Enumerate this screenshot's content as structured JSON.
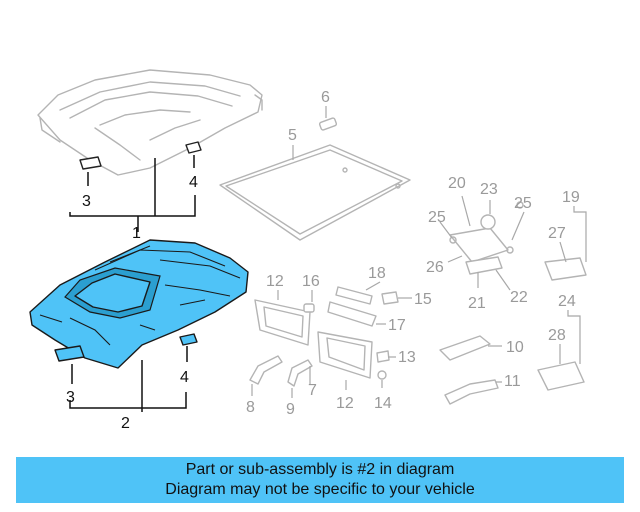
{
  "callouts": {
    "c1": "1",
    "c2": "2",
    "c3a": "3",
    "c3b": "3",
    "c4a": "4",
    "c4b": "4",
    "c5": "5",
    "c6": "6",
    "c7": "7",
    "c8": "8",
    "c9": "9",
    "c10": "10",
    "c11": "11",
    "c12a": "12",
    "c12b": "12",
    "c13": "13",
    "c14": "14",
    "c15": "15",
    "c16": "16",
    "c17": "17",
    "c18": "18",
    "c19": "19",
    "c20": "20",
    "c21": "21",
    "c22": "22",
    "c23": "23",
    "c24": "24",
    "c25a": "25",
    "c25b": "25",
    "c26": "26",
    "c27": "27",
    "c28": "28"
  },
  "banner": {
    "line1": "Part or sub-assembly is #2 in diagram",
    "line2": "Diagram may not be specific to your vehicle"
  },
  "colors": {
    "highlight": "#4fc3f7",
    "ghost": "#b4b4b4",
    "ink": "#111111"
  }
}
